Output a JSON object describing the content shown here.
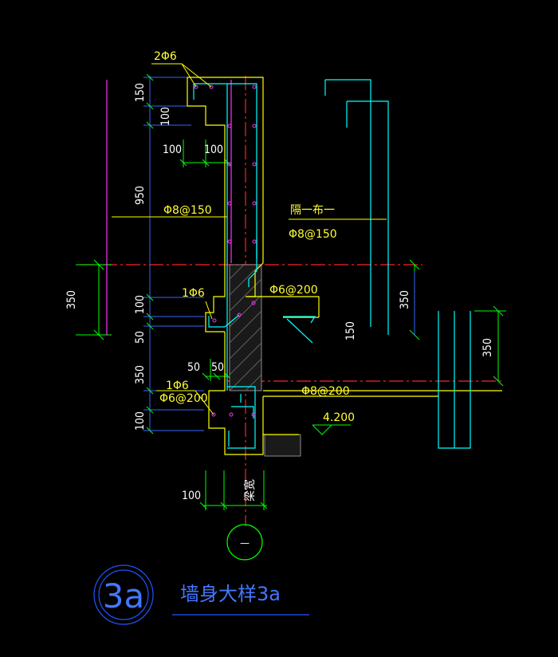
{
  "colors": {
    "background": "#000000",
    "outline": "#ffff00",
    "rebar": "#ff33ff",
    "dimension": "#00ff00",
    "extension": "#3366ff",
    "cyan": "#00ffff",
    "centerline": "#ff2222",
    "hatch": "#888888",
    "title": "#2255ff",
    "label_text": "#ffff33",
    "dim_text": "#ffffff"
  },
  "labels": {
    "top_bar": "2Φ6",
    "vertical_bar": "Φ8@150",
    "alternate": "隔一布一",
    "alternate_bar": "Φ8@150",
    "ledge_bar": "1Φ6",
    "stirrup_upper": "Φ6@200",
    "lower_bar_a": "1Φ6",
    "lower_bar_b": "Φ6@200",
    "beam_bar": "Φ8@200",
    "elevation": "4.200",
    "beam_width": "梁宽"
  },
  "dimensions": {
    "left": [
      "150",
      "100",
      "950",
      "100",
      "50",
      "350",
      "100"
    ],
    "top_widths": [
      "100",
      "100"
    ],
    "middle_widths": [
      "50",
      "50"
    ],
    "bottom_width": "100",
    "left_height": "350",
    "right_inner": "350",
    "right_outer": "350",
    "hook": "150"
  },
  "axis_bubble": "—",
  "title": {
    "badge": "3a",
    "text": "墙身大样3a"
  }
}
